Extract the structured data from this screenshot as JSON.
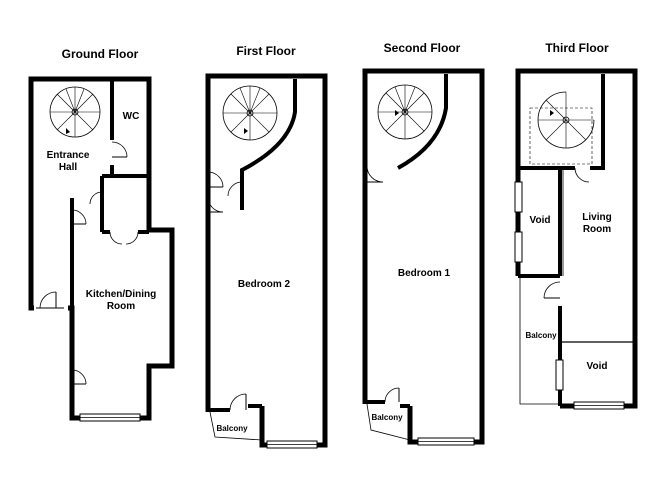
{
  "floors": [
    {
      "title": "Ground Floor",
      "rooms": [
        "WC",
        "Entrance",
        "Hall",
        "Kitchen/Dining",
        "Room"
      ]
    },
    {
      "title": "First Floor",
      "rooms": [
        "Bedroom 2",
        "Balcony"
      ]
    },
    {
      "title": "Second Floor",
      "rooms": [
        "Bedroom 1",
        "Balcony"
      ]
    },
    {
      "title": "Third Floor",
      "rooms": [
        "Void",
        "Living",
        "Room",
        "Balcony",
        "Void"
      ]
    }
  ]
}
